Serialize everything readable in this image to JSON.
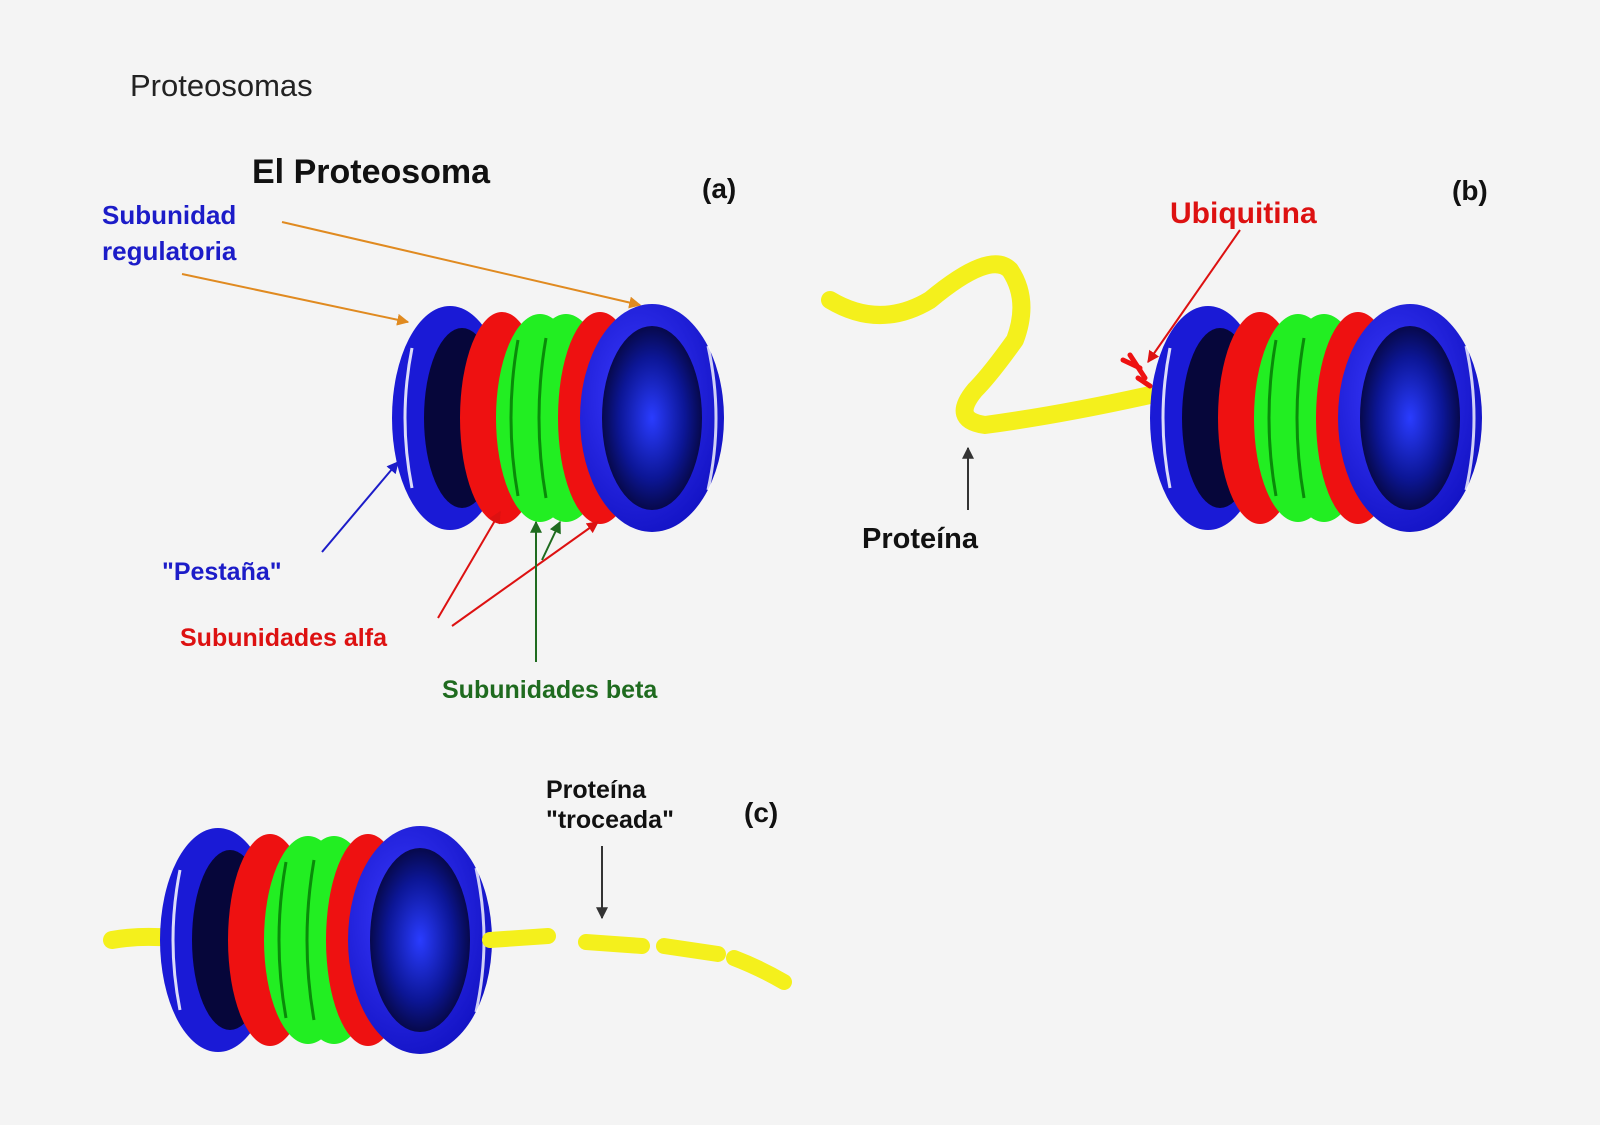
{
  "page": {
    "heading": "Proteosomas"
  },
  "panel_a": {
    "title": "El Proteosoma",
    "letter": "(a)",
    "label_regulatory_line1": "Subunidad",
    "label_regulatory_line2": "regulatoria",
    "label_flange": "\"Pestaña\"",
    "label_alpha": "Subunidades alfa",
    "label_beta": "Subunidades beta"
  },
  "panel_b": {
    "letter": "(b)",
    "label_ubiquitin": "Ubiquitina",
    "label_protein": "Proteína"
  },
  "panel_c": {
    "letter": "(c)",
    "label_chopped_line1": "Proteína",
    "label_chopped_line2": "\"troceada\""
  },
  "colors": {
    "regulatory_blue": "#1a1ad6",
    "dark_core": "#06063a",
    "alpha_red": "#ee1111",
    "beta_green": "#22ee22",
    "protein_yellow": "#f4f01c",
    "label_blue": "#1c1cc8",
    "label_red": "#dd1111",
    "label_green": "#1f6b1f",
    "arrow_orange": "#e08a20",
    "title_black": "#111111"
  }
}
